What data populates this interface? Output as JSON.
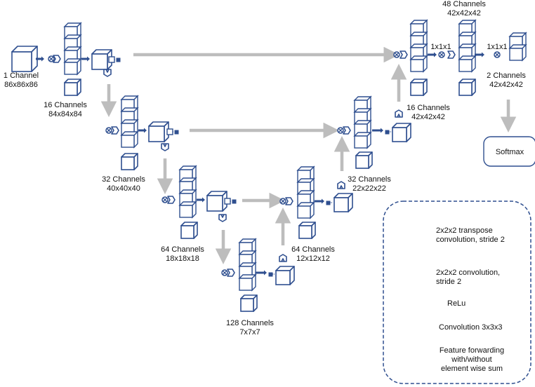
{
  "colors": {
    "stroke": "#2f4f8f",
    "arrow": "#bdbdbd",
    "box_fill": "#ffffff"
  },
  "stages": {
    "input": {
      "line1": "1 Channel",
      "line2": "86x86x86"
    },
    "enc1": {
      "line1": "16 Channels",
      "line2": "84x84x84"
    },
    "enc2": {
      "line1": "32 Channels",
      "line2": "40x40x40"
    },
    "enc3": {
      "line1": "64 Channels",
      "line2": "18x18x18"
    },
    "bottom": {
      "line1": "128 Channels",
      "line2": "7x7x7"
    },
    "dec3": {
      "line1": "64 Channels",
      "line2": "12x12x12"
    },
    "dec2": {
      "line1": "32 Channels",
      "line2": "22x22x22"
    },
    "dec1": {
      "line1": "16 Channels",
      "line2": "42x42x42"
    },
    "out48": {
      "line1": "48 Channels",
      "line2": "42x42x42"
    },
    "out2": {
      "line1": "2 Channels",
      "line2": "42x42x42"
    }
  },
  "conv_labels": {
    "a": "1x1x1",
    "b": "1x1x1"
  },
  "softmax": "Softmax",
  "legend": {
    "transpose": [
      "2x2x2 transpose",
      "convolution, stride 2"
    ],
    "downconv": [
      "2x2x2 convolution,",
      "stride 2"
    ],
    "relu": "ReLu",
    "conv": "Convolution 3x3x3",
    "forward": [
      "Feature forwarding",
      "with/without",
      "element wise sum"
    ]
  },
  "icons": [
    "cube-icon",
    "stacked-cubes-icon",
    "conv-icon",
    "relu-icon",
    "arrow-icon",
    "down-conv-icon",
    "up-conv-icon"
  ]
}
